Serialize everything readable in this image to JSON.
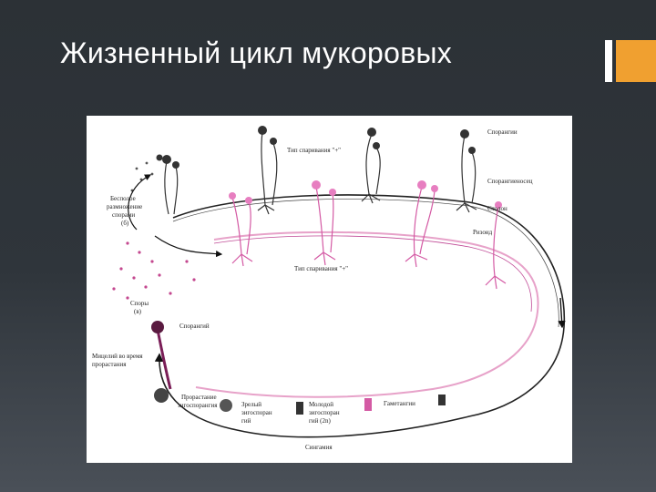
{
  "slide": {
    "title": "Жизненный цикл мукоровых",
    "colors": {
      "accent": "#f0a030",
      "background": "#2f353b",
      "title": "#ffffff"
    }
  },
  "diagram": {
    "labels": {
      "sporangium_top": "Спорангии",
      "type_plus": "Тип спаривания \"+\"",
      "sporangiophore": "Спорангиеносец",
      "stolon": "Столон",
      "rhizoid": "Ризоид",
      "asexual_1": "Бесполое",
      "asexual_2": "размножение",
      "asexual_3": "спорами",
      "asexual_4": "(б)",
      "type_minus": "Тип спаривания \"+\"",
      "spores_1": "Споры",
      "spores_2": "(в)",
      "sporangium_left": "Спорангий",
      "mycelium_1": "Мицелий во время",
      "mycelium_2": "прорастания",
      "germination_1": "Прорастание",
      "germination_2": "зигоспорангия",
      "mature_1": "Зрелый",
      "mature_2": "зигоспоран",
      "mature_3": "гий",
      "young_1": "Молодой",
      "young_2": "зигоспоран",
      "young_3": "гий (2n)",
      "gametangia": "Гаметангии",
      "syngamy": "Сингамия"
    }
  }
}
